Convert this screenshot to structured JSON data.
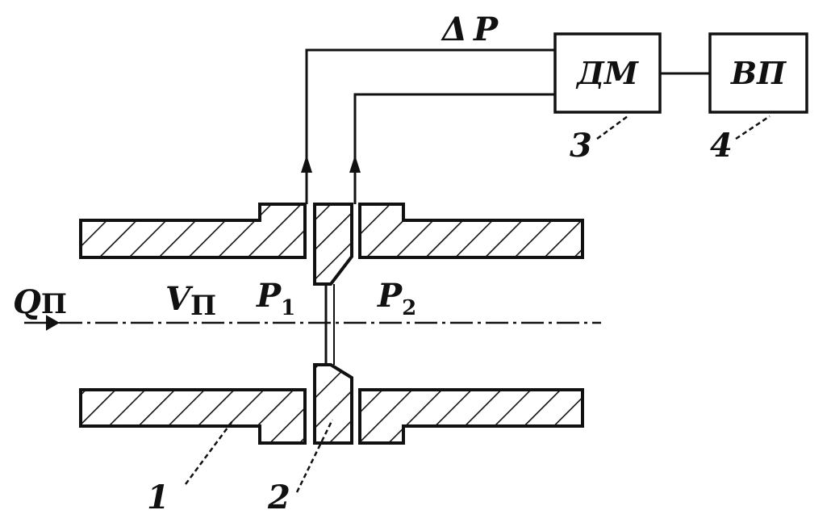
{
  "signal": {
    "delta": "Δ",
    "p": "P"
  },
  "devices": {
    "dm": {
      "label": "ДМ",
      "number": "3"
    },
    "vp": {
      "label": "ВП",
      "number": "4"
    }
  },
  "flow": {
    "q_main": "Q",
    "q_sub": "П"
  },
  "velocity": {
    "v_main": "V",
    "v_sub": "П"
  },
  "pressures": {
    "p1": {
      "main": "P",
      "sub": "1"
    },
    "p2": {
      "main": "P",
      "sub": "2"
    }
  },
  "parts": {
    "pipe_number": "1",
    "orifice_number": "2"
  }
}
